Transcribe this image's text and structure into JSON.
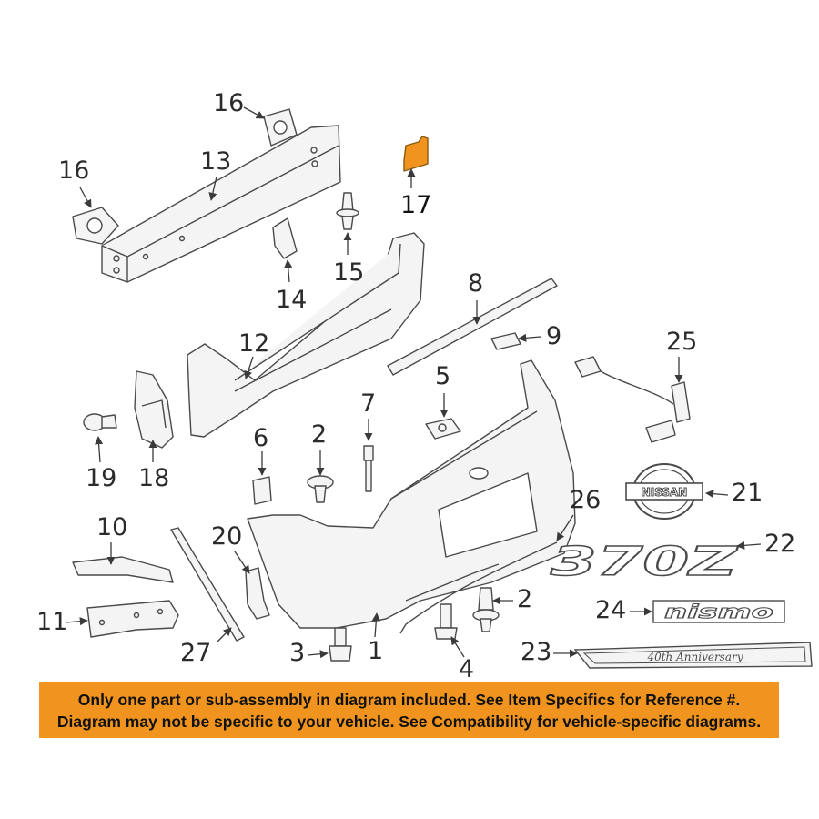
{
  "diagram": {
    "highlight_color": "#f0941f",
    "line_color": "#4a4a4a",
    "callouts": [
      "16",
      "16",
      "13",
      "17",
      "15",
      "14",
      "8",
      "9",
      "12",
      "5",
      "7",
      "25",
      "2",
      "6",
      "19",
      "18",
      "21",
      "10",
      "20",
      "26",
      "22",
      "2",
      "24",
      "11",
      "3",
      "1",
      "4",
      "27",
      "23"
    ],
    "badges": {
      "nissan": "NISSAN",
      "model": "370Z",
      "nismo": "nismo",
      "anniversary": "40th Anniversary"
    }
  },
  "banner": {
    "color": "#f0941f",
    "line1": "Only one part or sub-assembly in diagram included. See Item Specifics for Reference #.",
    "line2": "Diagram may not be specific to your vehicle. See Compatibility for vehicle-specific diagrams."
  }
}
